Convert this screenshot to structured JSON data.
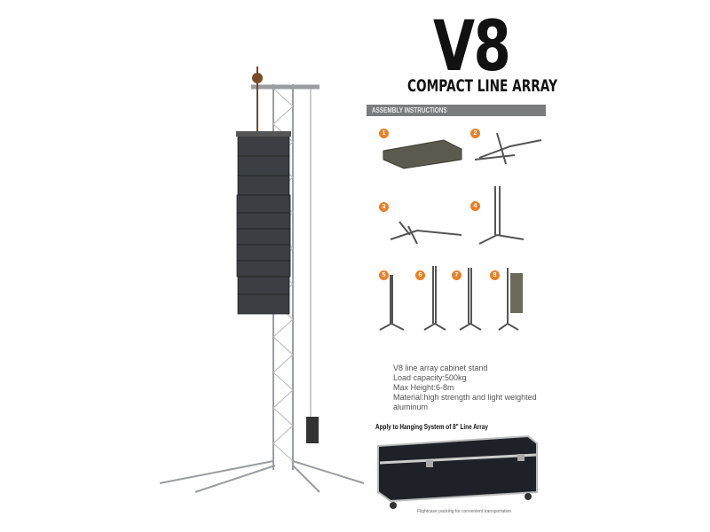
{
  "header": {
    "title": "V8",
    "subtitle": "COMPACT LINE ARRAY"
  },
  "section_bar": {
    "label": "ASSEMBLY INSTRUCTIONS",
    "color": "#7a7c7e"
  },
  "steps": [
    "1",
    "2",
    "3",
    "4",
    "5",
    "6",
    "7",
    "8"
  ],
  "step_color": "#e8812b",
  "specs": [
    "V8 line array cabinet stand",
    "Load capacity:500kg",
    "Max Height:6-8m",
    "Material:high strength and light weighted",
    "aluminum"
  ],
  "apply_text": "Apply to Hanging System of 8\" Line Array",
  "flightcase_caption": "Flightcase packing for convenient transportation"
}
